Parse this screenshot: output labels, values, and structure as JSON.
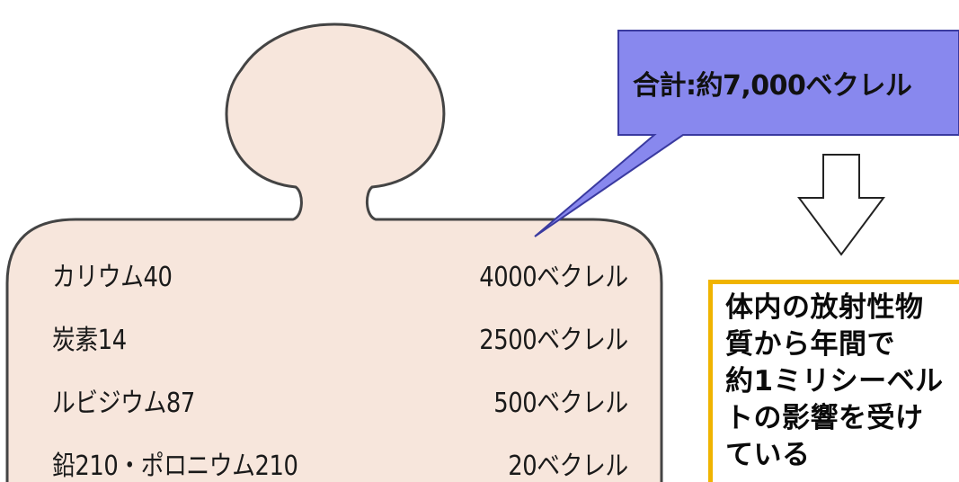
{
  "isotopes": [
    {
      "name": "カリウム40",
      "value": "4000ベクレル"
    },
    {
      "name": "炭素14",
      "value": "2500ベクレル"
    },
    {
      "name": "ルビジウム87",
      "value": "500ベクレル"
    },
    {
      "name": "鉛210・ポロニウム210",
      "value": "20ベクレル"
    }
  ],
  "callout": {
    "total": "合計:約7,000ベクレル"
  },
  "effect": {
    "text": "体内の放射性物\n質から年間で\n約1ミリシーベル\nトの影響を受け\nている"
  },
  "colors": {
    "body_fill": "#f7e6dc",
    "body_stroke": "#444444",
    "callout_fill": "#8888ee",
    "callout_stroke": "#3a3aa0",
    "box_border": "#f0b400"
  }
}
